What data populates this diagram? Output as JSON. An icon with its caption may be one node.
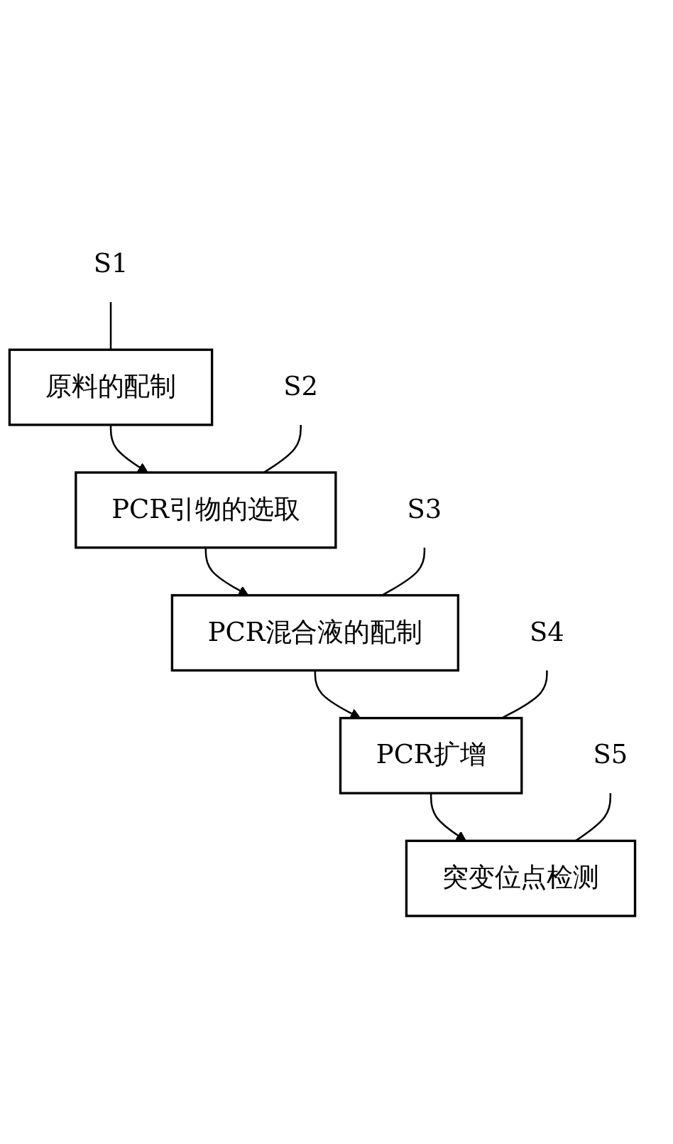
{
  "diagram": {
    "nodes": [
      {
        "text": [
          "S1"
        ]
      },
      {
        "text": [
          "原料的配制"
        ]
      },
      {
        "text": [
          "S2"
        ]
      },
      {
        "text": [
          "PCR引物的选取"
        ]
      },
      {
        "text": [
          "S3"
        ]
      },
      {
        "text": [
          "PCR混合液的配制"
        ]
      },
      {
        "text": [
          "S4"
        ]
      },
      {
        "text": [
          "PCR扩增"
        ]
      },
      {
        "text": [
          "S5"
        ]
      },
      {
        "text": [
          "突变位点检测"
        ]
      }
    ],
    "edges": [
      {
        "from": 0,
        "to": 1,
        "arrow": "none"
      },
      {
        "from": 1,
        "to": 3,
        "arrow": "to"
      },
      {
        "from": 2,
        "to": 3,
        "arrow": "none"
      },
      {
        "from": 3,
        "to": 5,
        "arrow": "to"
      },
      {
        "from": 4,
        "to": 5,
        "arrow": "none"
      },
      {
        "from": 5,
        "to": 7,
        "arrow": "to"
      },
      {
        "from": 6,
        "to": 7,
        "arrow": "none"
      },
      {
        "from": 7,
        "to": 9,
        "arrow": "to"
      },
      {
        "from": 8,
        "to": 9,
        "arrow": "none"
      }
    ]
  }
}
